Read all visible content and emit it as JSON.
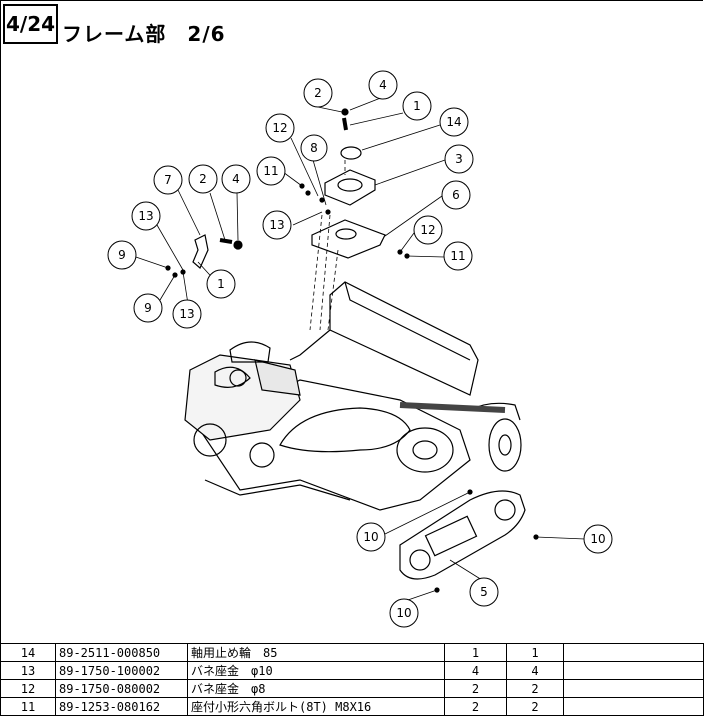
{
  "header": {
    "page_number": "4/24",
    "title": "フレーム部　2/6"
  },
  "callouts": [
    "2",
    "4",
    "1",
    "14",
    "12",
    "8",
    "3",
    "11",
    "7",
    "2",
    "4",
    "6",
    "13",
    "13",
    "12",
    "11",
    "9",
    "1",
    "9",
    "13",
    "10",
    "10",
    "5",
    "10"
  ],
  "parts_table": {
    "rows": [
      {
        "no": "14",
        "part_no": "89-2511-000850",
        "name": "軸用止め輪　85",
        "qty1": "1",
        "qty2": "1"
      },
      {
        "no": "13",
        "part_no": "89-1750-100002",
        "name": "バネ座金　φ10",
        "qty1": "4",
        "qty2": "4"
      },
      {
        "no": "12",
        "part_no": "89-1750-080002",
        "name": "バネ座金　φ8",
        "qty1": "2",
        "qty2": "2"
      },
      {
        "no": "11",
        "part_no": "89-1253-080162",
        "name": "座付小形六角ボルト(8T) M8X16",
        "qty1": "2",
        "qty2": "2"
      }
    ]
  }
}
